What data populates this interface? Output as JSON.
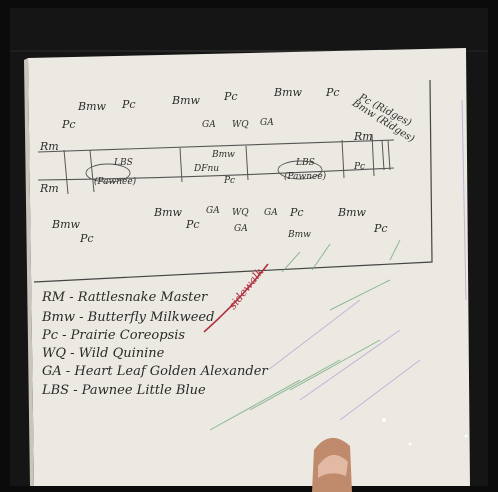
{
  "image": {
    "top_labels": [
      "Bmw",
      "Pc",
      "Bmw",
      "Pc",
      "Bmw",
      "Pc",
      "Pc",
      "GA",
      "WQ",
      "GA"
    ],
    "right_corner": [
      "Pc (Ridges)",
      "Bmw (Ridges)"
    ],
    "strip_labels": {
      "rm_left": "Rm",
      "rm_left2": "Rm",
      "lbs_left": "LBS",
      "lbs_left_note": "(Pawnee)",
      "bmw_mid": "Bmw",
      "dfnu": "DFnu",
      "pc_mid": "Pc",
      "lbs_right": "LBS",
      "lbs_right_note": "(Pawnee)",
      "pc_right": "Pc",
      "rm_right": "Rm"
    },
    "bottom_labels": [
      "Bmw",
      "Pc",
      "Bmw",
      "Pc",
      "GA",
      "WQ",
      "GA",
      "Pc",
      "Bmw",
      "GA",
      "Bmw",
      "Pc"
    ],
    "legend": [
      "RM - Rattlesnake Master",
      "Bmw - Butterfly Milkweed",
      "Pc - Prairie Coreopsis",
      "WQ - Wild Quinine",
      "GA - Heart Leaf Golden Alexander",
      "LBS - Pawnee Little Blue"
    ],
    "red_note": "sidewalk"
  },
  "colors": {
    "paper": "#ece9e2",
    "pencil": "#2e2e2e",
    "bleed_green": "#6ca67a",
    "bleed_purple": "#b59bd4",
    "bleed_red": "#b03040",
    "skin": "#c08a6d"
  }
}
